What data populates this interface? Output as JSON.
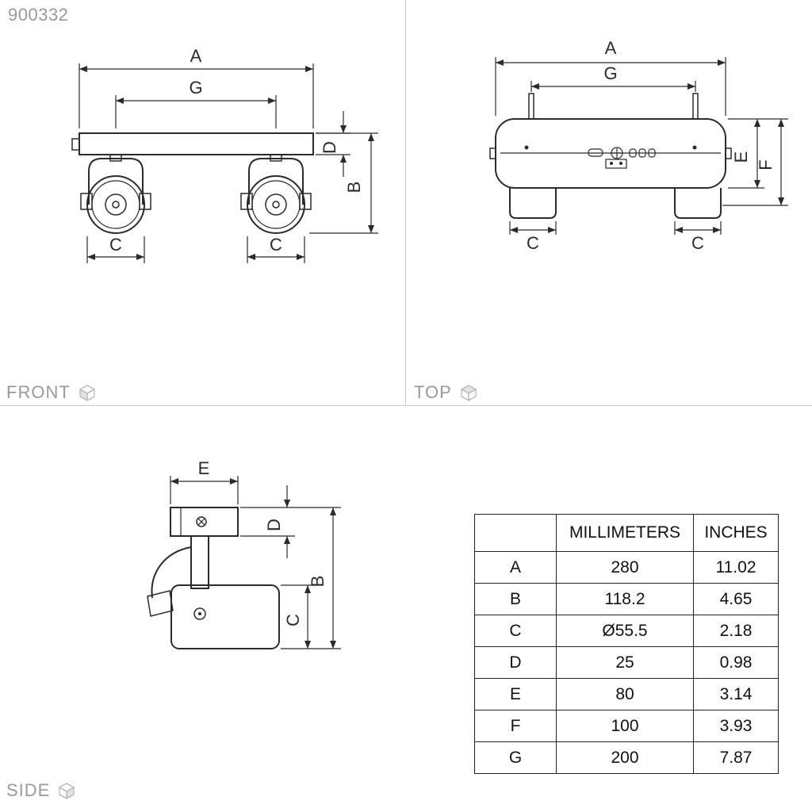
{
  "product_code": "900332",
  "views": {
    "front": "FRONT",
    "top": "TOP",
    "side": "SIDE"
  },
  "dims": {
    "A": "A",
    "B": "B",
    "C": "C",
    "D": "D",
    "E": "E",
    "F": "F",
    "G": "G"
  },
  "table": {
    "headers": {
      "unit_mm": "MILLIMETERS",
      "unit_in": "INCHES"
    },
    "rows": [
      {
        "dim": "A",
        "mm": "280",
        "in": "11.02"
      },
      {
        "dim": "B",
        "mm": "118.2",
        "in": "4.65"
      },
      {
        "dim": "C",
        "mm": "Ø55.5",
        "in": "2.18"
      },
      {
        "dim": "D",
        "mm": "25",
        "in": "0.98"
      },
      {
        "dim": "E",
        "mm": "80",
        "in": "3.14"
      },
      {
        "dim": "F",
        "mm": "100",
        "in": "3.93"
      },
      {
        "dim": "G",
        "mm": "200",
        "in": "7.87"
      }
    ]
  },
  "colors": {
    "line": "#2b2b2b",
    "muted": "#9a9a9a",
    "divider": "#c9c9c9"
  }
}
